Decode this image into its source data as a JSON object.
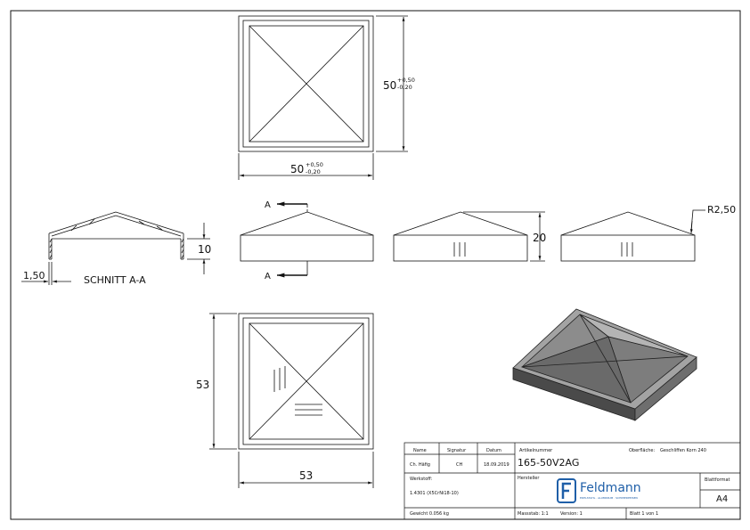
{
  "drawing": {
    "top_view": {
      "dim_width": "50",
      "dim_height": "50",
      "tol_plus": "+0,50",
      "tol_minus": "-0,20"
    },
    "section": {
      "label": "SCHNITT A-A",
      "dim_height": "10",
      "dim_wall": "1,50"
    },
    "section_marker": {
      "a_top": "A",
      "a_bottom": "A"
    },
    "side_view": {
      "dim_height": "20"
    },
    "radius": {
      "label": "R2,50"
    },
    "bottom_view": {
      "dim_width": "53",
      "dim_height": "53"
    }
  },
  "title_block": {
    "name_header": "Name",
    "signature_header": "Signatur",
    "date_header": "Datum",
    "article_header": "Artikelnummer",
    "surface_label": "Oberfläche:",
    "surface_value": "Geschliffen Korn 240",
    "author_role": "Ch. Häfig",
    "author_sig": "CH",
    "date": "18.09.2019",
    "article_number": "165-50V2AG",
    "material_label": "Werkstoff:",
    "material_value": "1.4301 (X5CrNi18-10)",
    "manufacturer_label": "Hersteller",
    "company_name": "Feldmann",
    "company_tagline": "EDELSTAHL · ALUMINIUM · SCHMIEDEEISEN",
    "format_label": "Blattformat",
    "format_value": "A4",
    "weight": "Gewicht 0.056 kg",
    "scale": "Massstab: 1:1",
    "version": "Version: 1",
    "sheet": "Blatt 1 von 1"
  },
  "colors": {
    "brand_blue": "#1f5fa8",
    "line": "#111111",
    "shade_dark": "#5e5e5e",
    "shade_light": "#9a9a9a"
  }
}
